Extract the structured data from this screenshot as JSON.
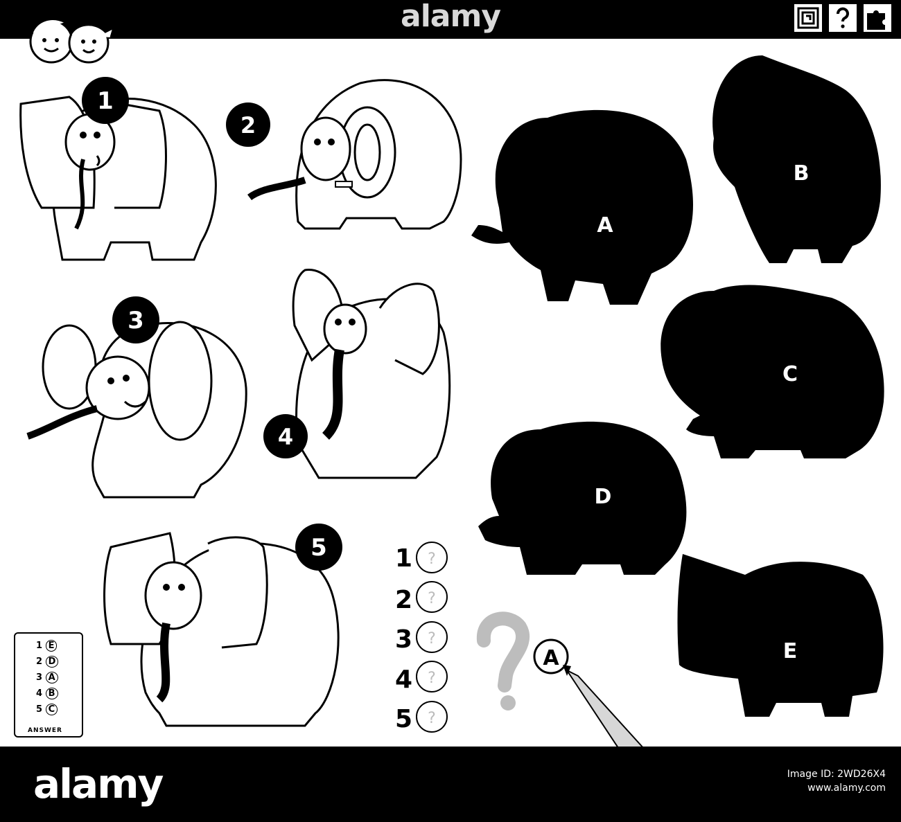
{
  "header": {
    "brand": "alamy",
    "icons": [
      "maze-icon",
      "question-icon",
      "puzzle-icon"
    ]
  },
  "footer": {
    "brand": "alamy",
    "image_id_label": "Image ID: 2WD26X4",
    "site": "www.alamy.com"
  },
  "pictures": [
    {
      "number": "1"
    },
    {
      "number": "2"
    },
    {
      "number": "3"
    },
    {
      "number": "4"
    },
    {
      "number": "5"
    }
  ],
  "shadows": [
    {
      "letter": "A"
    },
    {
      "letter": "B"
    },
    {
      "letter": "C"
    },
    {
      "letter": "D"
    },
    {
      "letter": "E"
    }
  ],
  "answer_rows": [
    "1",
    "2",
    "3",
    "4",
    "5"
  ],
  "answer_placeholder": "?",
  "pencil_example_letter": "A",
  "answer_key": {
    "caption": "ANSWER",
    "rows": [
      {
        "n": "1",
        "l": "E"
      },
      {
        "n": "2",
        "l": "D"
      },
      {
        "n": "3",
        "l": "A"
      },
      {
        "n": "4",
        "l": "B"
      },
      {
        "n": "5",
        "l": "C"
      }
    ]
  }
}
